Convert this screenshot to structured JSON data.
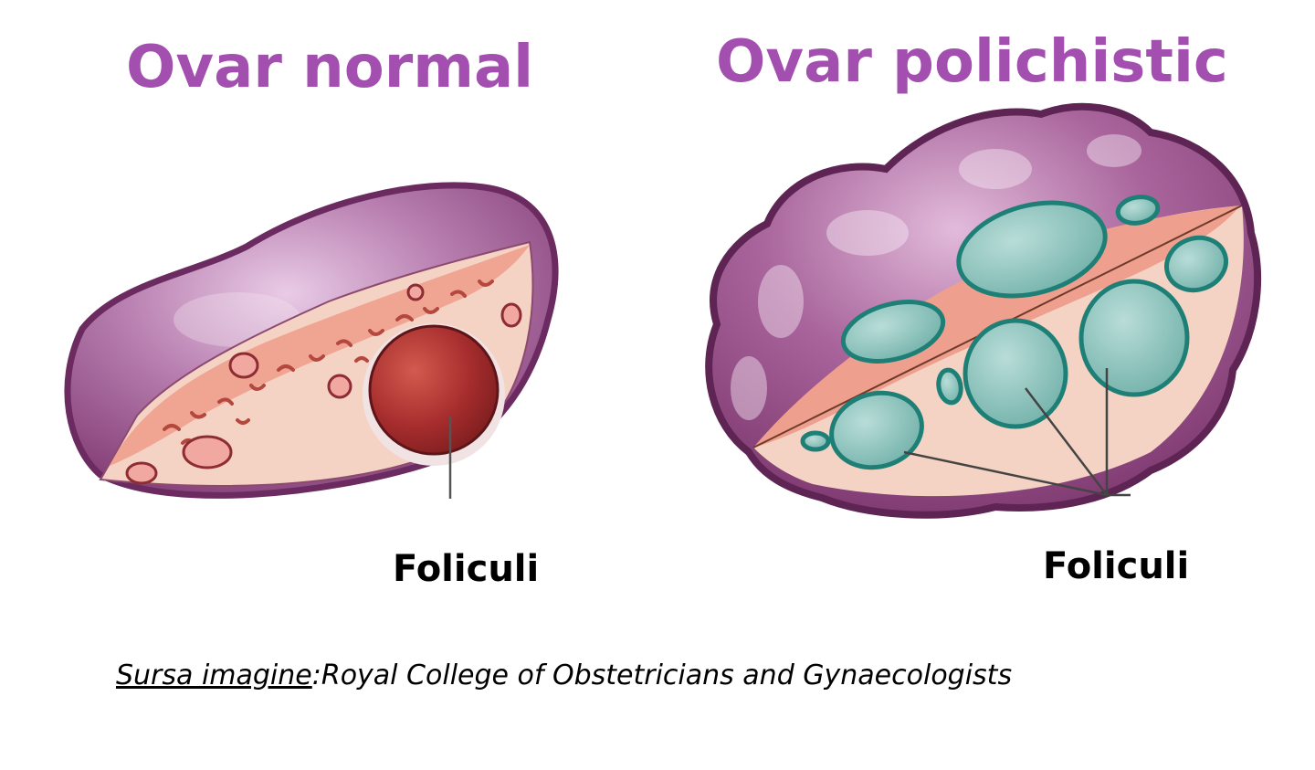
{
  "titles": {
    "normal": "Ovar normal",
    "polycystic": "Ovar polichistic"
  },
  "labels": {
    "normal_follicles": "Foliculi",
    "polycystic_follicles": "Foliculi"
  },
  "source": {
    "prefix": "Sursa imagine",
    "separator": ":",
    "credit": "Royal College of Obstetricians and Gynaecologists"
  },
  "colors": {
    "title": "#A34FAF",
    "ovary_shell": "#9A4E88",
    "ovary_outline": "#6B2A60",
    "cut_surface": "#F5D3C4",
    "cortex": "#EFA08E",
    "dominant_follicle": "#A52C2C",
    "cyst_fill": "#7DBBB5",
    "cyst_outline": "#1E7F76"
  }
}
